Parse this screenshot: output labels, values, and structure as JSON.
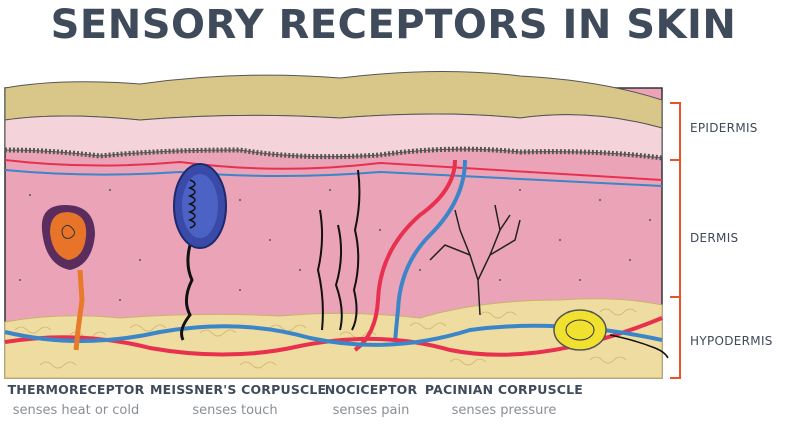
{
  "title": "SENSORY RECEPTORS IN SKIN",
  "layers": {
    "epidermis": "EPIDERMIS",
    "dermis": "DERMIS",
    "hypodermis": "HYPODERMIS"
  },
  "receptors": [
    {
      "name": "THERMORECEPTOR",
      "description": "senses heat or cold"
    },
    {
      "name": "MEISSNER'S CORPUSCLE",
      "description": "senses touch"
    },
    {
      "name": "NOCICEPTOR",
      "description": "senses pain"
    },
    {
      "name": "PACINIAN CORPUSCLE",
      "description": "senses pressure"
    }
  ],
  "colors": {
    "title": "#3f4a5a",
    "bracket": "#e8542a",
    "dermis": "#eba3b8",
    "epidermis_outer": "#d9c78a",
    "hypodermis_fat": "#efdca0",
    "artery": "#e8314f",
    "vein": "#3b86c8"
  }
}
